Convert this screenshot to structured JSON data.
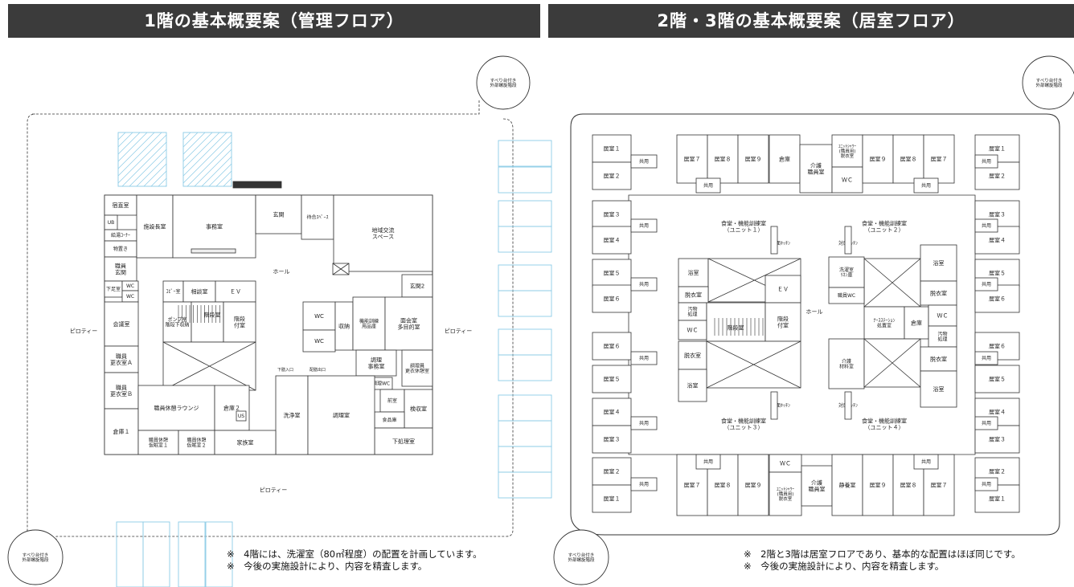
{
  "left": {
    "title": "1階の基本概要案（管理フロア）",
    "stair_top": "すべり台付き\n外部螺旋階段",
    "stair_bottom": "すべり台付き\n外部螺旋階段",
    "notes": [
      "※　4階には、洗濯室（80㎡程度）の配置を計画しています。",
      "※　今後の実施設計により、内容を精査します。"
    ],
    "pilotis": "ピロティー",
    "rooms": {
      "shukuchoku": "宿直室",
      "ub": "UB",
      "kyuto": "給湯ｺｰﾅｰ",
      "monooki": "物置き",
      "shokuin_genkan": "職員\n玄関",
      "gesoku": "下足室",
      "wc": "WC",
      "shisetsucho": "施設長室",
      "jimu": "事務室",
      "genkan": "玄関",
      "machiai": "待合ｽﾍﾟｰｽ",
      "chiiki": "地域交流\nスペース",
      "hall": "ホール",
      "genkan2": "玄関2",
      "copy": "ｺﾋﾟｰ室",
      "sodan": "相談室",
      "ev": "ＥＶ",
      "kaidan": "階段室",
      "pump": "ポンプ室\n階段下収納",
      "kaidan_fuzoku": "階段\n付室",
      "shuno": "収納",
      "kino_yohin": "機能訓練\n用品庫",
      "menkai": "面会室\n多目的室",
      "kaigi": "会議室",
      "kotai_a": "職員\n更衣室Ａ",
      "kotai_b": "職員\n更衣室Ｂ",
      "chori_jimu": "調理\n事務室",
      "choriin": "調理員\n更衣休憩室",
      "lounge": "職員休憩ラウンジ",
      "souko2": "倉庫２",
      "us": "US",
      "senjo": "洗浄室",
      "chori": "調理室",
      "chori_wc": "調理WC",
      "kenshu": "検収室",
      "zen": "前室",
      "shokuhin": "食品庫",
      "shitashori": "下処理室",
      "souko1": "倉庫１",
      "kamin1": "職員休憩\n仮眠室１",
      "kamin2": "職員休憩\n仮眠室２",
      "kazoku": "家族室",
      "shitaire": "下膳入口",
      "haizen": "配膳出口"
    }
  },
  "right": {
    "title": "2階・3階の基本概要案（居室フロア）",
    "stair_top": "すべり台付き\n外部螺旋階段",
    "stair_bottom": "すべり台付き\n外部螺旋階段",
    "notes": [
      "※　2階と3階は居室フロアであり、基本的な配置はほぼ同じです。",
      "※　今後の実施設計により、内容を精査します。"
    ],
    "rooms": {
      "r1": "居室１",
      "r2": "居室２",
      "r3": "居室３",
      "r4": "居室４",
      "r5": "居室５",
      "r6": "居室６",
      "r7": "居室７",
      "r8": "居室８",
      "r9": "居室９",
      "kyoyo": "共用",
      "souko": "倉庫",
      "kaigo": "介護\n職員室",
      "unit_shower": "ﾕﾆｯﾄｼｬﾜｰ\n(職員用)\n脱衣室",
      "wc": "ＷＣ",
      "seiyo": "静養室",
      "shokudo1": "食堂・機能訓練室\n（ユニット１）",
      "shokudo2": "食堂・機能訓練室\n（ユニット２）",
      "shokudo3": "食堂・機能訓練室\n（ユニット３）",
      "shokudo4": "食堂・機能訓練室\n（ユニット４）",
      "taimen": "対面ｷｯﾁﾝ",
      "yokushitsu": "浴室",
      "datsui": "脱衣室",
      "ev": "ＥＶ",
      "obutsu": "汚物\n処理",
      "kaidan": "階段室",
      "fuzoku": "階段\n付室",
      "hall": "ホール",
      "sentaku": "洗濯室\nﾘﾈﾝ庫",
      "shokuin_wc": "職員WC",
      "ns": "ﾅｰｽｽﾃｰｼｮﾝ\n処置室",
      "kaigo_zairyo": "介護\n材料室"
    }
  }
}
